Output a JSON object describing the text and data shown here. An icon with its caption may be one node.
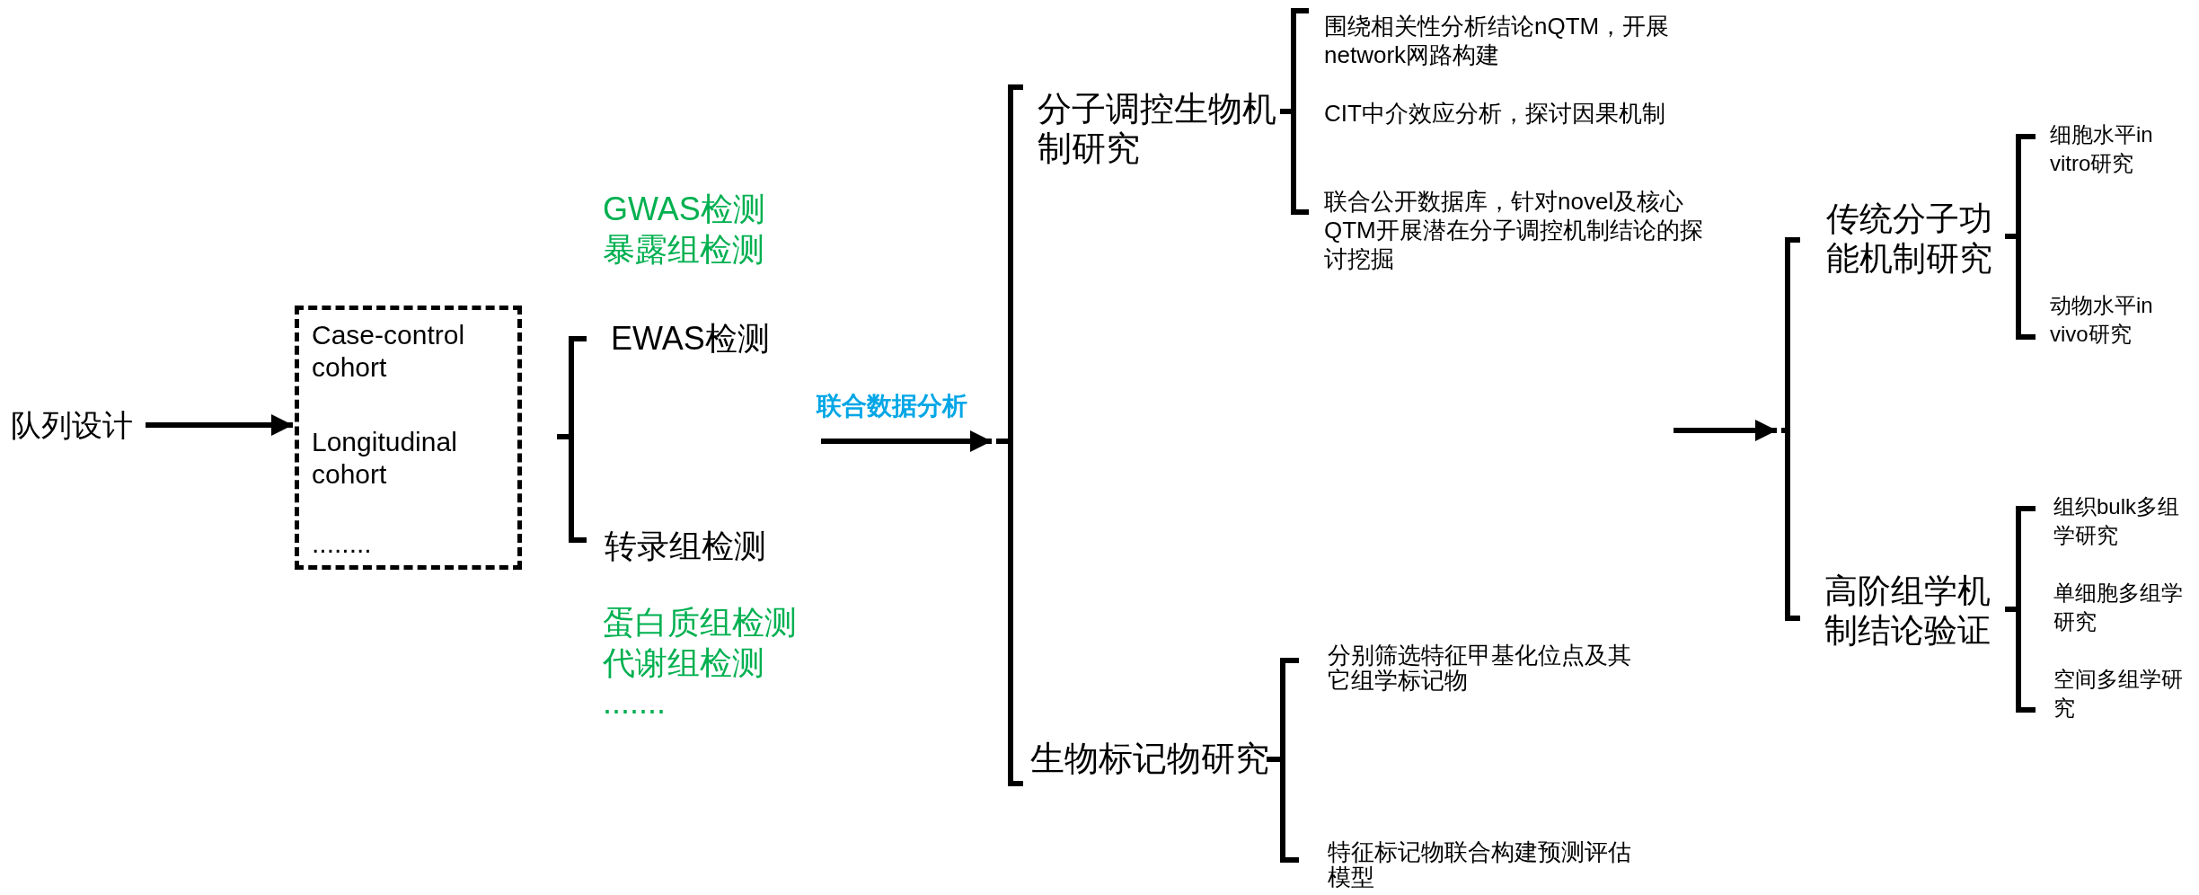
{
  "diagram": {
    "nodes": [
      {
        "text": [
          "队列设计"
        ]
      },
      {
        "text": [
          "Case-control cohort",
          "Longitudinal cohort",
          "........"
        ]
      },
      {
        "text": [
          "EWAS检测"
        ]
      },
      {
        "text": [
          "转录组检测"
        ]
      },
      {
        "text": [],
        "shape": "bracket"
      },
      {
        "text": [
          "分子调控生物机制研究"
        ]
      },
      {
        "text": [
          "围绕相关性分析结论nQTM，开展network网路构建"
        ]
      },
      {
        "text": [
          "CIT中介效应分析，探讨因果机制"
        ]
      },
      {
        "text": [
          "联合公开数据库，针对novel及核心QTM开展潜在分子调控机制结论的探讨挖掘"
        ]
      },
      {
        "text": [
          "生物标记物研究"
        ]
      },
      {
        "text": [
          "分别筛选特征甲基化位点及其它组学标记物"
        ]
      },
      {
        "text": [
          "特征标记物联合构建预测评估模型"
        ]
      },
      {
        "text": [],
        "shape": "bracket"
      },
      {
        "text": [
          "传统分子功能机制研究"
        ]
      },
      {
        "text": [
          "细胞水平in vitro研究"
        ]
      },
      {
        "text": [
          "动物水平in vivo研究"
        ]
      },
      {
        "text": [
          "高阶组学机制结论验证"
        ]
      },
      {
        "text": [
          "组织bulk多组学研究"
        ]
      },
      {
        "text": [
          "单细胞多组学研究"
        ]
      },
      {
        "text": [
          "空间多组学研究"
        ]
      }
    ],
    "edges": [
      {
        "from": 0,
        "to": 1,
        "arrow": "to"
      },
      {
        "from": null,
        "to": 4,
        "arrow": "to",
        "label": "联合数据分析"
      },
      {
        "from": null,
        "to": 12,
        "arrow": "to"
      }
    ],
    "labels": [
      "GWAS检测",
      "暴露组检测",
      "蛋白质组检测",
      "代谢组检测",
      "......."
    ]
  }
}
